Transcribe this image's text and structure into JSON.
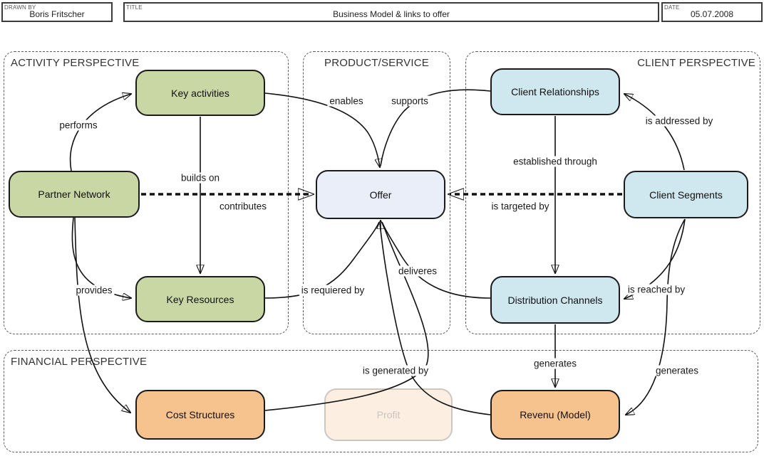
{
  "header": {
    "drawn_by_label": "DRAWN BY",
    "drawn_by_value": "Boris Fritscher",
    "title_label": "TITLE",
    "title_value": "Business Model & links to offer",
    "date_label": "DATE",
    "date_value": "05.07.2008"
  },
  "perspectives": {
    "activity": "ACTIVITY PERSPECTIVE",
    "product_service": "PRODUCT/SERVICE",
    "client": "CLIENT PERSPECTIVE",
    "financial": "FINANCIAL PERSPECTIVE"
  },
  "nodes": {
    "key_activities": {
      "label": "Key activities",
      "fill": "#c9d7a4"
    },
    "partner_network": {
      "label": "Partner Network",
      "fill": "#c9d7a4"
    },
    "key_resources": {
      "label": "Key Resources",
      "fill": "#c9d7a4"
    },
    "offer": {
      "label": "Offer",
      "fill": "#e9eef8"
    },
    "client_relationships": {
      "label": "Client Relationships",
      "fill": "#cfe7ee"
    },
    "client_segments": {
      "label": "Client Segments",
      "fill": "#cfe7ee"
    },
    "distribution_channels": {
      "label": "Distribution Channels",
      "fill": "#cfe7ee"
    },
    "cost_structures": {
      "label": "Cost Structures",
      "fill": "#f6c28e"
    },
    "profit": {
      "label": "Profit",
      "fill": "#fcefe2"
    },
    "revenu_model": {
      "label": "Revenu (Model)",
      "fill": "#f6c28e"
    }
  },
  "edge_labels": {
    "performs": "performs",
    "builds_on": "builds on",
    "contributes": "contributes",
    "provides": "provides",
    "enables": "enables",
    "supports": "supports",
    "is_requiered_by": "is requiered by",
    "deliveres": "deliveres",
    "is_addressed_by": "is addressed by",
    "established_through": "established through",
    "is_targeted_by": "is targeted by",
    "is_reached_by": "is reached by",
    "is_generated_by": "is generated by",
    "generates_mid": "generates",
    "generates_right": "generates"
  },
  "colors": {
    "node_border": "#1b1b1b",
    "edge_stroke": "#111111",
    "container_border": "#5b5b5b",
    "activity_fill": "#c9d7a4",
    "client_fill": "#cfe7ee",
    "financial_fill": "#f6c28e",
    "offer_fill": "#e9eef8",
    "profit_faded_fill": "#fcefe2"
  }
}
